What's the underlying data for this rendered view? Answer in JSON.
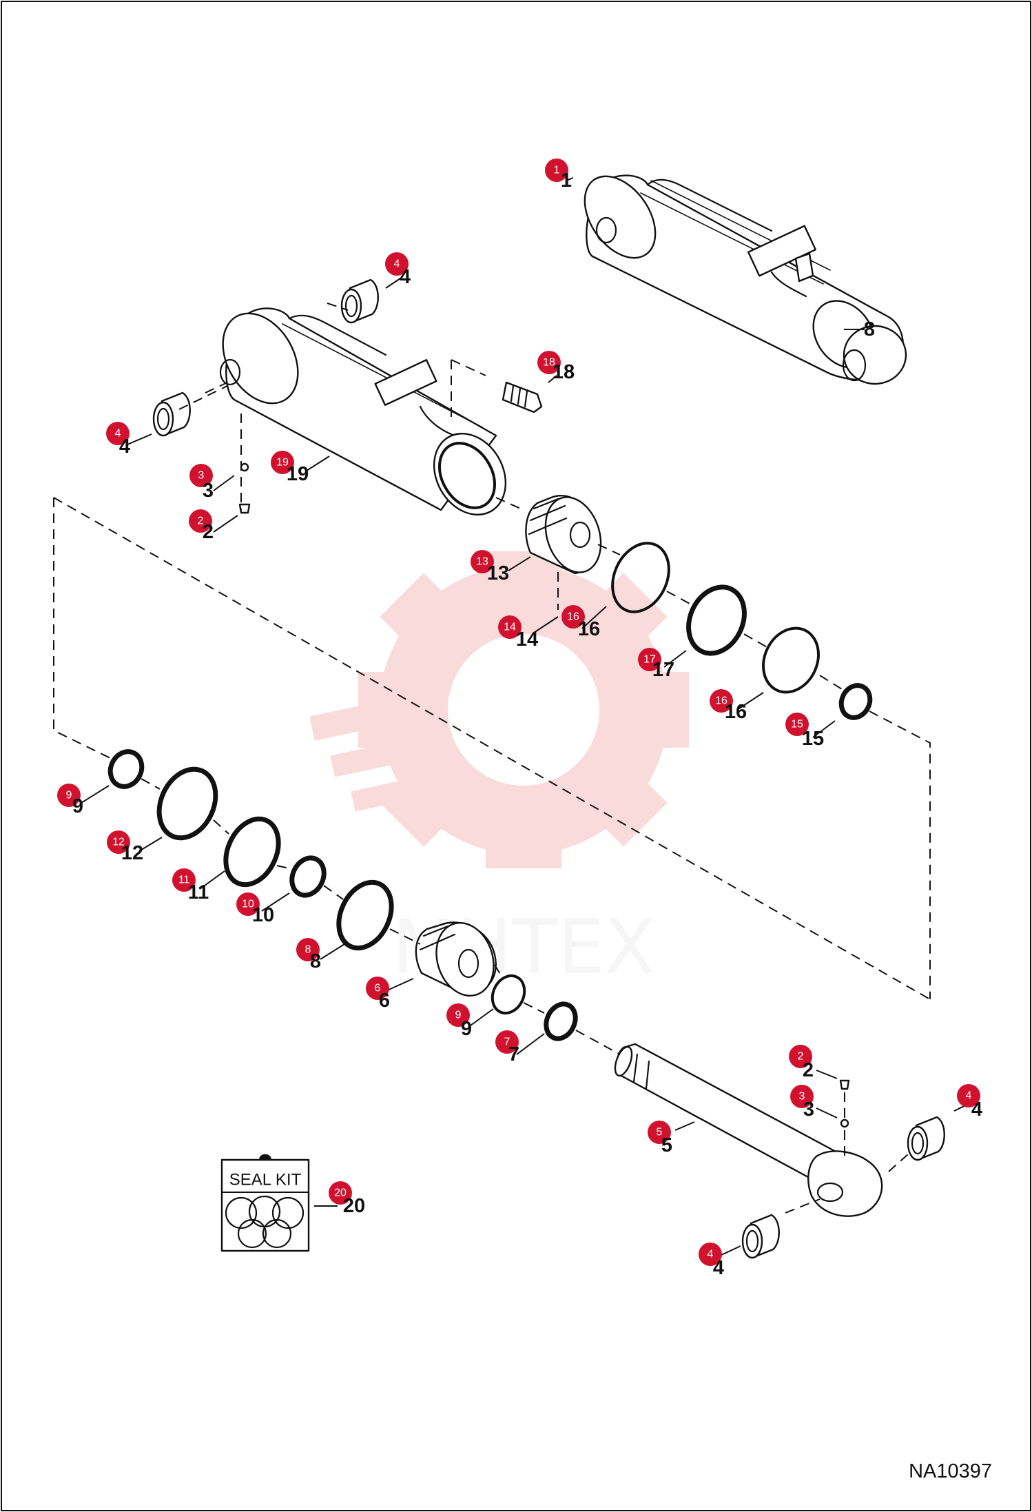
{
  "drawing_code": "NA10397",
  "seal_kit_label": "SEAL KIT",
  "watermark_text": "MHTEX",
  "callout_color": "#d0122f",
  "parts": [
    {
      "id": "1",
      "callout": "1",
      "label": "1"
    },
    {
      "id": "4a",
      "callout": "4",
      "label": "4"
    },
    {
      "id": "18",
      "callout": "18",
      "label": "18"
    },
    {
      "id": "8a",
      "callout": "",
      "label": "8"
    },
    {
      "id": "4b",
      "callout": "4",
      "label": "4"
    },
    {
      "id": "19",
      "callout": "19",
      "label": "19"
    },
    {
      "id": "3a",
      "callout": "3",
      "label": "3"
    },
    {
      "id": "2a",
      "callout": "2",
      "label": "2"
    },
    {
      "id": "13",
      "callout": "13",
      "label": "13"
    },
    {
      "id": "14",
      "callout": "14",
      "label": "14"
    },
    {
      "id": "16a",
      "callout": "16",
      "label": "16"
    },
    {
      "id": "17",
      "callout": "17",
      "label": "17"
    },
    {
      "id": "16b",
      "callout": "16",
      "label": "16"
    },
    {
      "id": "15",
      "callout": "15",
      "label": "15"
    },
    {
      "id": "9a",
      "callout": "9",
      "label": "9"
    },
    {
      "id": "12",
      "callout": "12",
      "label": "12"
    },
    {
      "id": "11",
      "callout": "11",
      "label": "11"
    },
    {
      "id": "10",
      "callout": "10",
      "label": "10"
    },
    {
      "id": "8b",
      "callout": "8",
      "label": "8"
    },
    {
      "id": "6",
      "callout": "6",
      "label": "6"
    },
    {
      "id": "9b",
      "callout": "9",
      "label": "9"
    },
    {
      "id": "7",
      "callout": "7",
      "label": "7"
    },
    {
      "id": "2b",
      "callout": "2",
      "label": "2"
    },
    {
      "id": "3b",
      "callout": "3",
      "label": "3"
    },
    {
      "id": "4c",
      "callout": "4",
      "label": "4"
    },
    {
      "id": "5",
      "callout": "5",
      "label": "5"
    },
    {
      "id": "20",
      "callout": "20",
      "label": "20"
    },
    {
      "id": "4d",
      "callout": "4",
      "label": "4"
    }
  ]
}
